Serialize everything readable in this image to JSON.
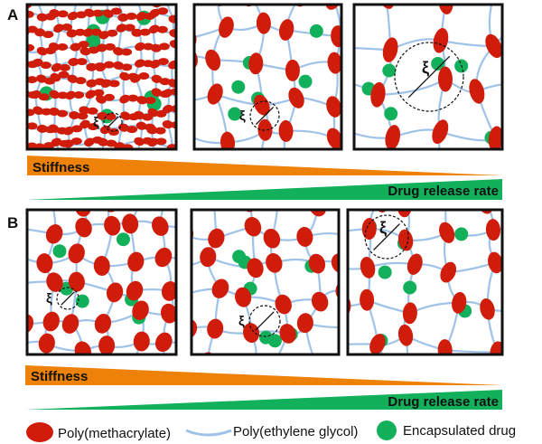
{
  "panels": {
    "A": {
      "label": "A",
      "stiffness_label": "Stiffness",
      "release_label": "Drug release rate"
    },
    "B": {
      "label": "B",
      "stiffness_label": "Stiffness",
      "release_label": "Drug release rate"
    }
  },
  "mesh_size_symbol": "ξ",
  "legend": {
    "items": [
      {
        "label": "Poly(methacrylate)"
      },
      {
        "label": "Poly(ethylene glycol)"
      },
      {
        "label": "Encapsulated drug"
      }
    ]
  },
  "colors": {
    "crosslink": "#d01c0b",
    "peg": "#9fc3e8",
    "drug": "#13b05c",
    "stiffness": "#ee8208",
    "release": "#13b05c"
  }
}
